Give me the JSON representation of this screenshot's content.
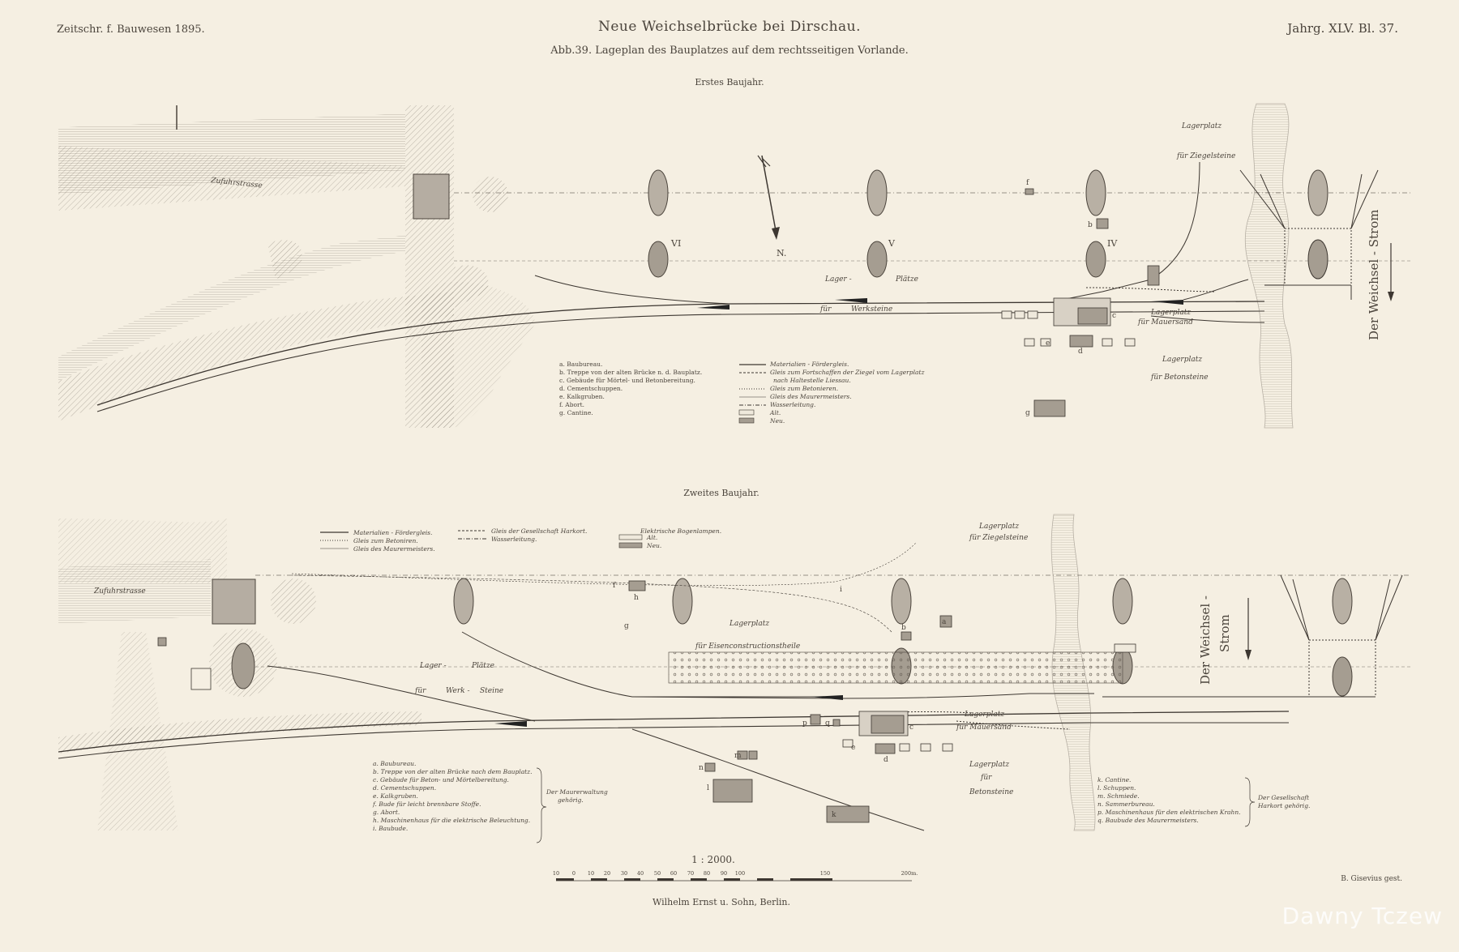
{
  "header": {
    "journal": "Zeitschr. f. Bauwesen 1895.",
    "title": "Neue Weichselbrücke bei Dirschau.",
    "subtitle": "Abb.39. Lageplan des Bauplatzes auf dem rechtsseitigen Vorlande.",
    "plate_no": "Jahrg. XLV. Bl. 37."
  },
  "plan1": {
    "heading": "Erstes Baujahr.",
    "road": "Zufuhrstrasse",
    "north": "N.",
    "river": "Der Weichsel - Strom",
    "piers": [
      "VI",
      "V",
      "IV"
    ],
    "letters": {
      "f": "f",
      "b": "b",
      "c": "c",
      "d": "d",
      "e": "e",
      "g": "g"
    },
    "labels": {
      "lager": "Lager -",
      "plaetze": "Plätze",
      "fuer": "für",
      "werksteine": "Werksteine",
      "lp_ziegel": "Lagerplatz",
      "ziegel": "für  Ziegelsteine",
      "lp_mauer": "Lagerplatz",
      "mauer": "für  Mauersand",
      "lp_beton": "Lagerplatz",
      "beton": "für  Betonsteine"
    },
    "legend_left": [
      "a. Baubureau.",
      "b. Treppe von der alten Brücke n. d. Bauplatz.",
      "c. Gebäude für Mörtel- und Betonbereitung.",
      "d. Cementschuppen.",
      "e. Kalkgruben.",
      "f. Abort.",
      "g. Cantine."
    ],
    "legend_right": [
      "Materialien - Fördergleis.",
      "Gleis zum Fortschaffen der Ziegel vom Lagerplatz",
      "nach Haltestelle Liessau.",
      "Gleis zum Betonieren.",
      "Gleis des Maurermeisters.",
      "Wasserleitung.",
      "Alt.",
      "Neu."
    ]
  },
  "plan2": {
    "heading": "Zweites Baujahr.",
    "road": "Zufuhrstrasse",
    "river_a": "Der Weichsel -",
    "river_b": "Strom",
    "letters": {
      "h": "h",
      "g": "g",
      "f": "f",
      "b": "b",
      "a": "a",
      "c": "c",
      "d": "d",
      "e": "e",
      "k": "k",
      "l": "l",
      "m": "m",
      "n": "n",
      "p": "p",
      "q": "q",
      "i": "i"
    },
    "labels": {
      "lp_ziegel": "Lagerplatz",
      "ziegel": "für Ziegelsteine",
      "lp_eisen": "Lagerplatz",
      "eisen": "für   Eisenconstructionstheile",
      "lager": "Lager -",
      "plaetze": "Plätze",
      "fuer": "für",
      "werk": "Werk -",
      "steine": "Steine",
      "lp_mauer": "Lagerplatz",
      "mauer": "für  Mauersand",
      "lp_beton": "Lagerplatz",
      "fuer_b": "für",
      "beton": "Betonsteine"
    },
    "legend_top": [
      "Materialien - Fördergleis.",
      "Gleis zum Betoniren.",
      "Gleis des Maurermeisters.",
      "Gleis der Gesellschaft Harkort.",
      "Wasserleitung.",
      "Elektrische Bogenlampen.",
      "Alt.",
      "Neu."
    ],
    "legend_left": [
      "a. Baubureau.",
      "b. Treppe von der alten Brücke nach dem Bauplatz.",
      "c. Gebäude für Beton- und Mörtelbereitung.",
      "d. Cementschuppen.",
      "e. Kalkgruben.",
      "f. Bude für leicht brennbare Stoffe.",
      "g. Abort.",
      "h. Maschinenhaus für die elektrische Beleuchtung.",
      "i. Baubude."
    ],
    "legend_left_brace": [
      "Der Maurerwaltung",
      "gehörig."
    ],
    "legend_right": [
      "k. Cantine.",
      "l. Schuppen.",
      "m. Schmiede.",
      "n. Sammerbureau.",
      "p. Maschinenhaus für den elektrischen Krahn.",
      "q. Baubude des Maurermeisters."
    ],
    "legend_right_brace": [
      "Der Gesellschaft",
      "Harkort gehörig."
    ]
  },
  "scale": {
    "label": "1 : 2000.",
    "ticks": [
      "10",
      "0",
      "10",
      "20",
      "30",
      "40",
      "50",
      "60",
      "70",
      "80",
      "90",
      "100",
      "150",
      "200m."
    ]
  },
  "footer": {
    "publisher": "Wilhelm Ernst u. Sohn, Berlin.",
    "engraver": "B. Gisevius gest.",
    "watermark": "Dawny Tczew"
  },
  "colors": {
    "paper": "#f5efe2",
    "ink": "#4b443c"
  }
}
